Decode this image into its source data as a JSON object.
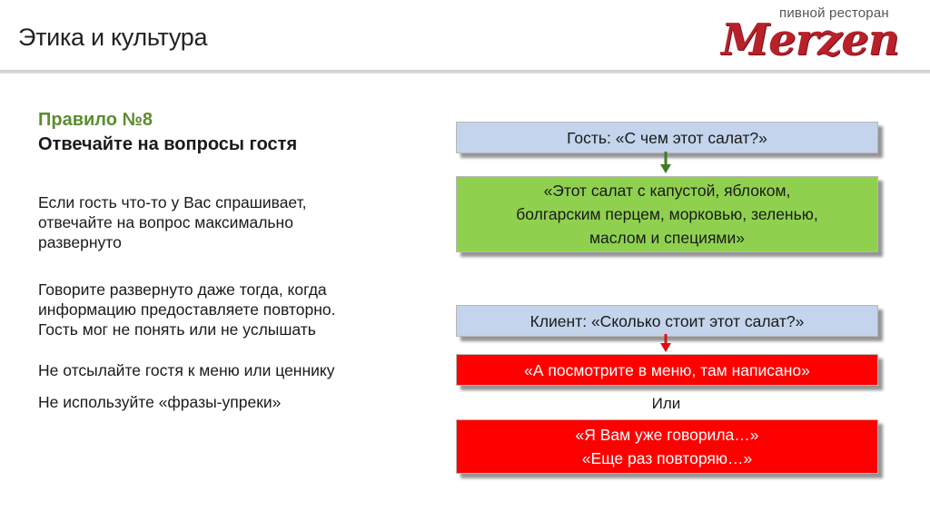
{
  "header": {
    "title": "Этика и культура",
    "logo": {
      "tagline": "пивной ресторан",
      "name": "Merzen"
    }
  },
  "rule": {
    "number": "Правило №8",
    "heading": "Отвечайте на вопросы гостя"
  },
  "paragraphs": [
    [
      "Если гость что-то у Вас спрашивает,",
      "отвечайте на вопрос максимально",
      "развернуто"
    ],
    [
      "Говорите развернуто даже тогда, когда",
      "информацию предоставляете повторно.",
      "Гость мог не понять или не услышать"
    ],
    [
      "Не отсылайте гостя к меню или ценнику"
    ],
    [
      "Не используйте «фразы-упреки»"
    ]
  ],
  "dialog": {
    "good": {
      "question": "Гость: «С чем этот салат?»",
      "answer": [
        "«Этот салат с капустой, яблоком,",
        "болгарским перцем, морковью, зеленью,",
        "маслом и специями»"
      ]
    },
    "bad": {
      "question": "Клиент: «Сколько стоит этот салат?»",
      "answer1": "«А посмотрите в меню, там написано»",
      "or_label": "Или",
      "answer2": [
        "«Я Вам уже говорила…»",
        "«Еще раз повторяю…»"
      ]
    }
  },
  "colors": {
    "accent_green": "#5b8c2e",
    "box_blue": "#c3d4ec",
    "box_green": "#8fd14f",
    "box_red": "#ff0000",
    "logo_red": "#b8202a",
    "arrow_green": "#3e7b24",
    "arrow_red": "#e01010"
  }
}
